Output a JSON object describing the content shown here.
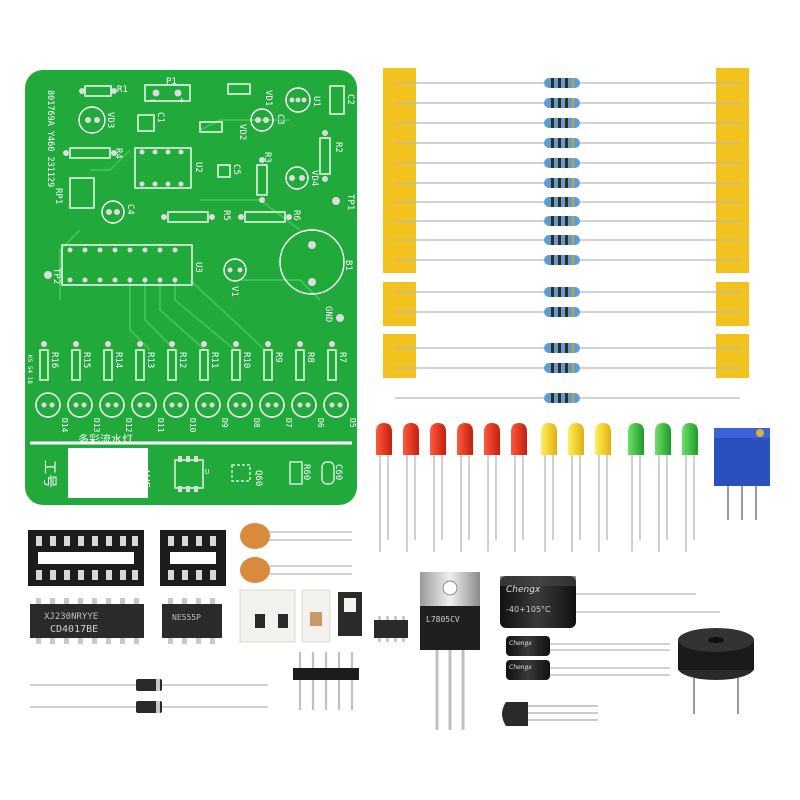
{
  "pcb": {
    "serial": "801769A Y460 231129",
    "title_cn": "多彩流水灯",
    "stamp": "工号",
    "smt_label": "SMT",
    "date_code": "KS 54 18",
    "ref": {
      "r1": "R1",
      "p1": "P1",
      "vd1": "VD1",
      "u1": "U1",
      "c2": "C2",
      "vd3": "VD3",
      "c1": "C1",
      "vd2": "VD2",
      "c3": "C3",
      "r4": "R4",
      "u2": "U2",
      "r2": "R2",
      "r3": "R3",
      "c5": "C5",
      "vd4": "VD4",
      "rp1": "RP1",
      "c4": "C4",
      "r5": "R5",
      "r6": "R6",
      "tp1": "TP1",
      "tp2": "TP2",
      "u3": "U3",
      "v1": "V1",
      "b1": "B1",
      "gnd": "GND",
      "q60": "Q60",
      "r60": "R60",
      "c60": "C60",
      "u_smt": "U",
      "minus": "−",
      "plus": "+"
    },
    "resistor_labels": [
      "R16",
      "R15",
      "R14",
      "R13",
      "R12",
      "R11",
      "R10",
      "R9",
      "R8",
      "R7"
    ],
    "led_labels": [
      "D14",
      "D13",
      "D12",
      "D11",
      "D10",
      "D9",
      "D8",
      "D7",
      "D6",
      "D5"
    ]
  },
  "components": {
    "ic_chip_marking": "CD4017BE",
    "ic_chip_lot": "XJ230NRYYE",
    "small_chip_marking": "NE555P",
    "regulator_marking": "L7805CV",
    "cap_brand": "Chengx",
    "cap_rating": "-40+105°C"
  },
  "led_colors": [
    "#e8321e",
    "#f5d21a",
    "#2fb33a"
  ],
  "board_color": "#21a93c",
  "tape_color": "#f2c21e"
}
